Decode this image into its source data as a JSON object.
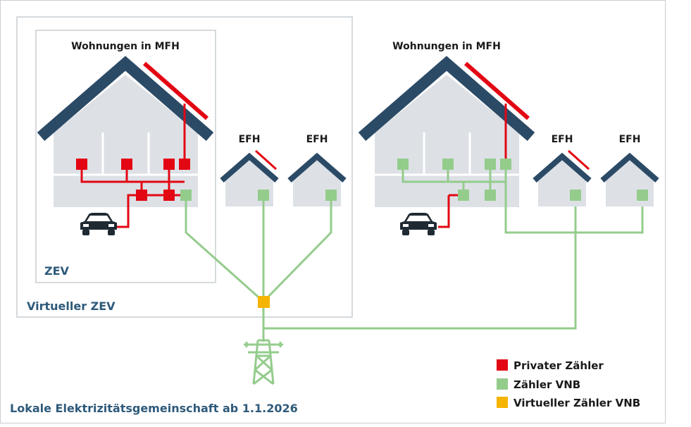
{
  "labels": {
    "mfh_left": "Wohnungen in MFH",
    "mfh_right": "Wohnungen in MFH",
    "efh_1": "EFH",
    "efh_2": "EFH",
    "efh_3": "EFH",
    "efh_4": "EFH",
    "zev": "ZEV",
    "virtual_zev": "Virtueller ZEV",
    "lec": "Lokale Elektrizitätsgemeinschaft ab 1.1.2026"
  },
  "legend": [
    {
      "label": "Privater Zähler",
      "color": "#e30613"
    },
    {
      "label": "Zähler VNB",
      "color": "#94cc8c"
    },
    {
      "label": "Virtueller Zähler VNB",
      "color": "#f5b400"
    }
  ],
  "colors": {
    "roof": "#2b4a66",
    "wall": "#dde1e6",
    "solar": "#e30613",
    "private_meter": "#e30613",
    "vnb_meter": "#94cc8c",
    "virtual_meter": "#f5b400",
    "box_border": "#c8cdd2",
    "title_blue": "#2e5a7a"
  },
  "icons": [
    "car-icon",
    "pylon-icon",
    "solar-panel-icon"
  ]
}
